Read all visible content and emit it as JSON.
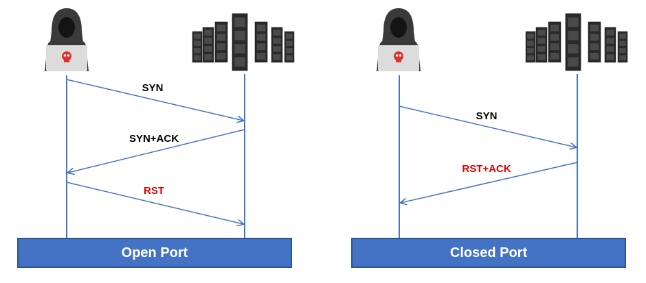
{
  "scenarios": [
    {
      "id": "open",
      "banner": "Open Port",
      "messages": [
        {
          "label": "SYN",
          "color": "#000000",
          "direction": "client-to-server"
        },
        {
          "label": "SYN+ACK",
          "color": "#000000",
          "direction": "server-to-client"
        },
        {
          "label": "RST",
          "color": "#e00000",
          "direction": "client-to-server"
        }
      ]
    },
    {
      "id": "closed",
      "banner": "Closed Port",
      "messages": [
        {
          "label": "SYN",
          "color": "#000000",
          "direction": "client-to-server"
        },
        {
          "label": "RST+ACK",
          "color": "#e00000",
          "direction": "server-to-client"
        }
      ]
    }
  ],
  "icons": {
    "client": "hacker-icon",
    "server": "server-rack-icon"
  },
  "colors": {
    "line": "#4472c4",
    "banner": "#4472c4",
    "alert": "#e00000",
    "hood": "#3a3a3a",
    "laptop": "#dcdcdc"
  }
}
